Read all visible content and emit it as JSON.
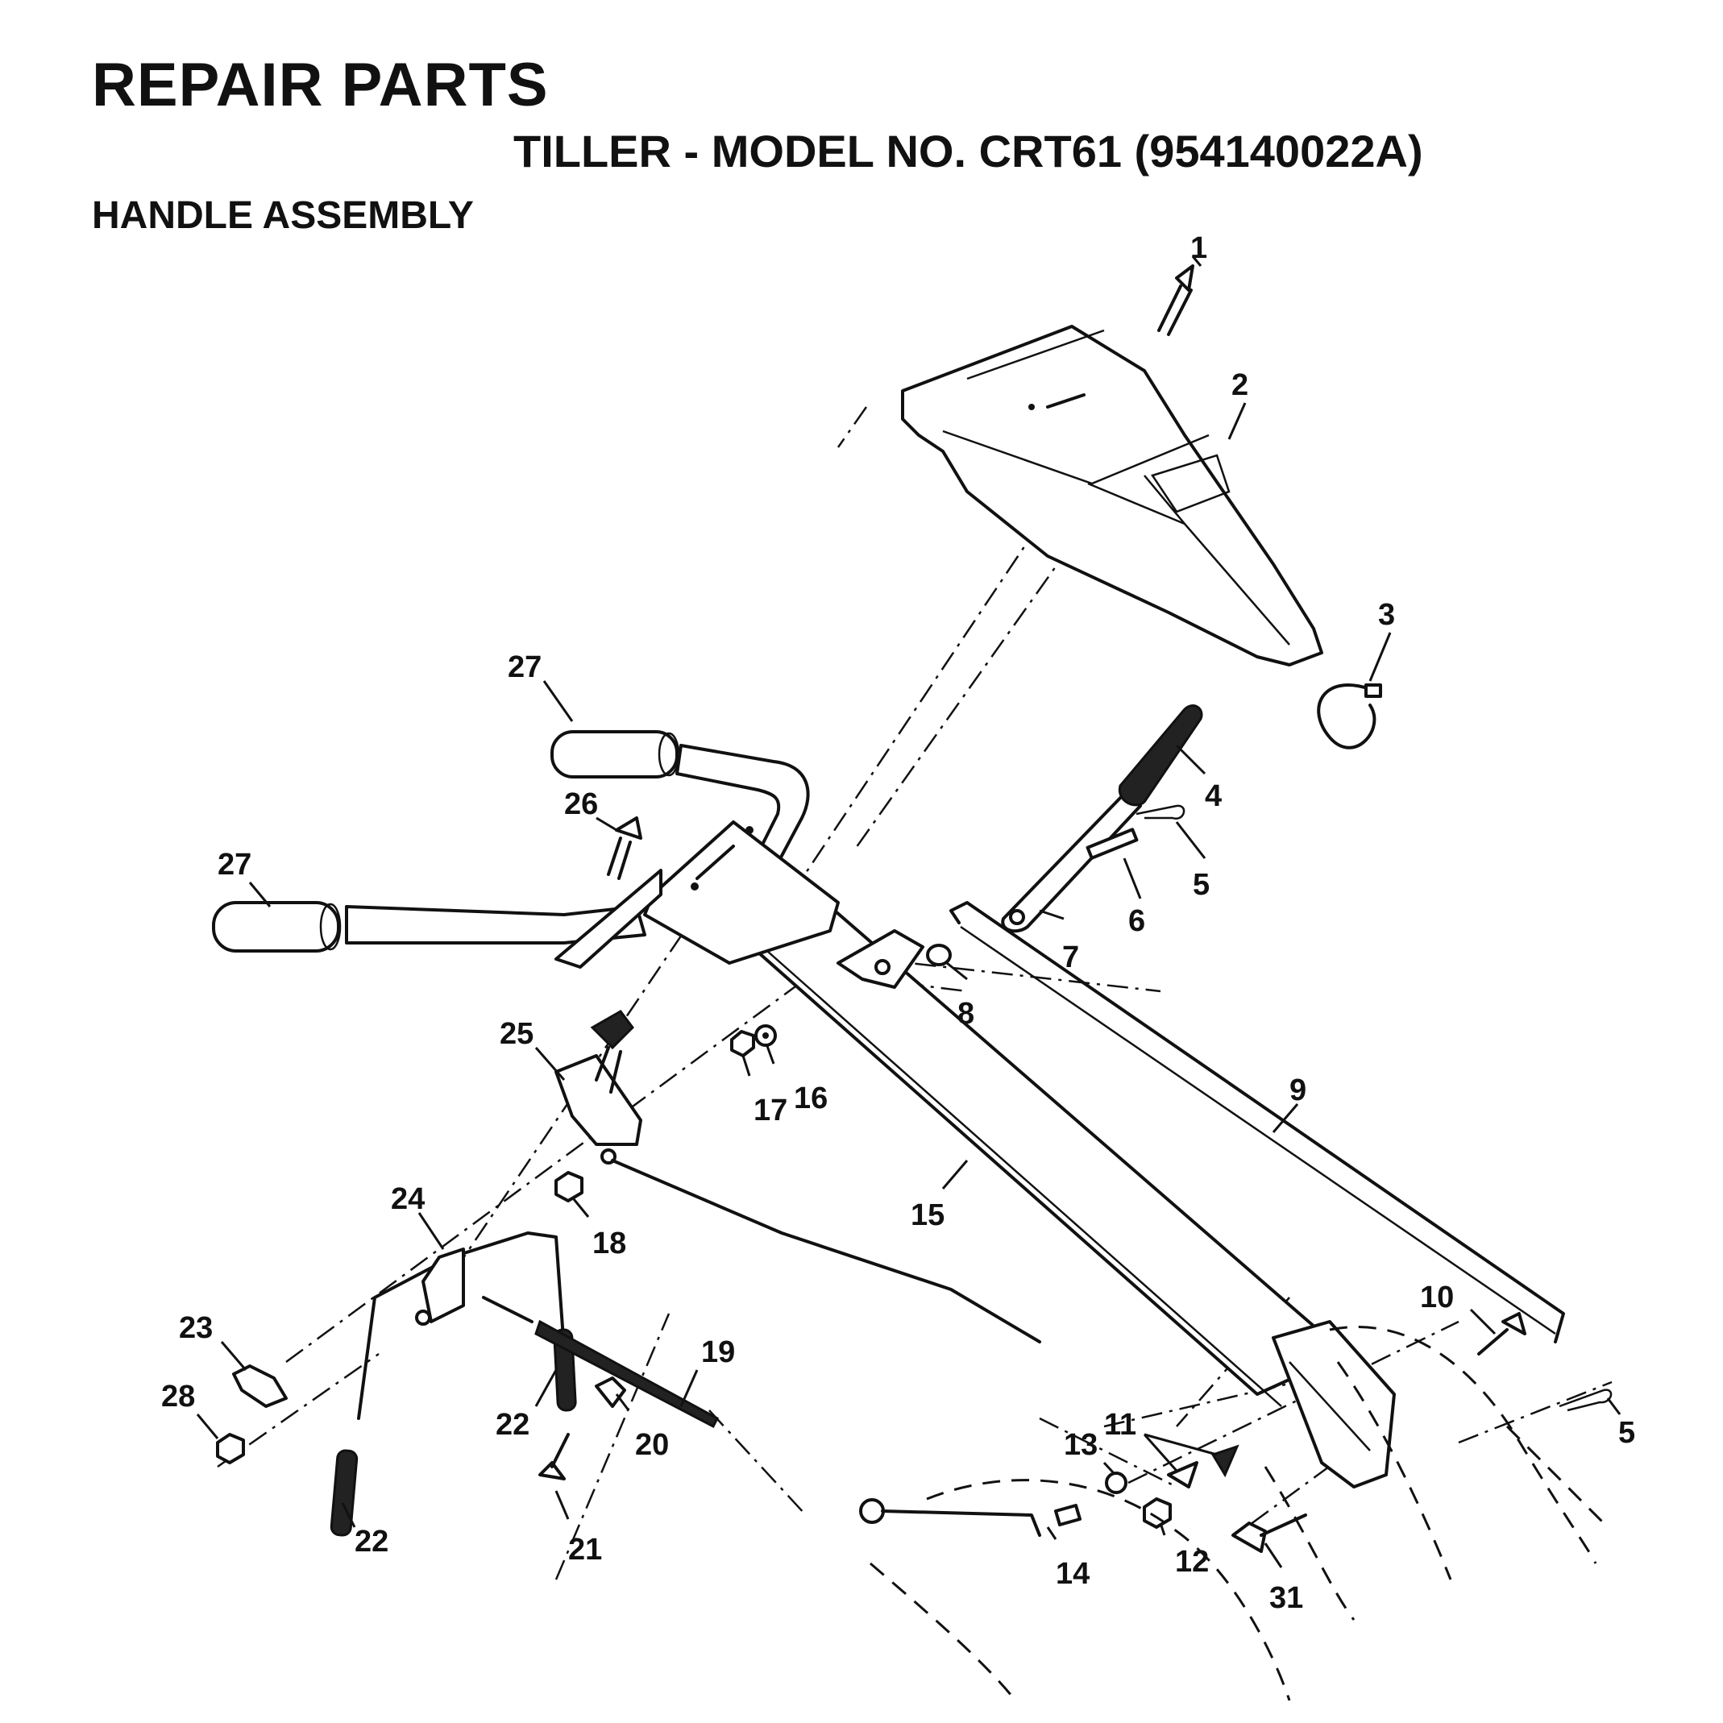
{
  "header": {
    "title": "REPAIR PARTS",
    "subtitle": "TILLER - MODEL NO. CRT61 (954140022A)",
    "section": "HANDLE ASSEMBLY"
  },
  "callouts": [
    "1",
    "2",
    "3",
    "4",
    "5",
    "6",
    "7",
    "8",
    "9",
    "10",
    "11",
    "12",
    "13",
    "14",
    "15",
    "16",
    "17",
    "18",
    "19",
    "20",
    "21",
    "22",
    "23",
    "24",
    "25",
    "26",
    "27",
    "28",
    "31"
  ]
}
